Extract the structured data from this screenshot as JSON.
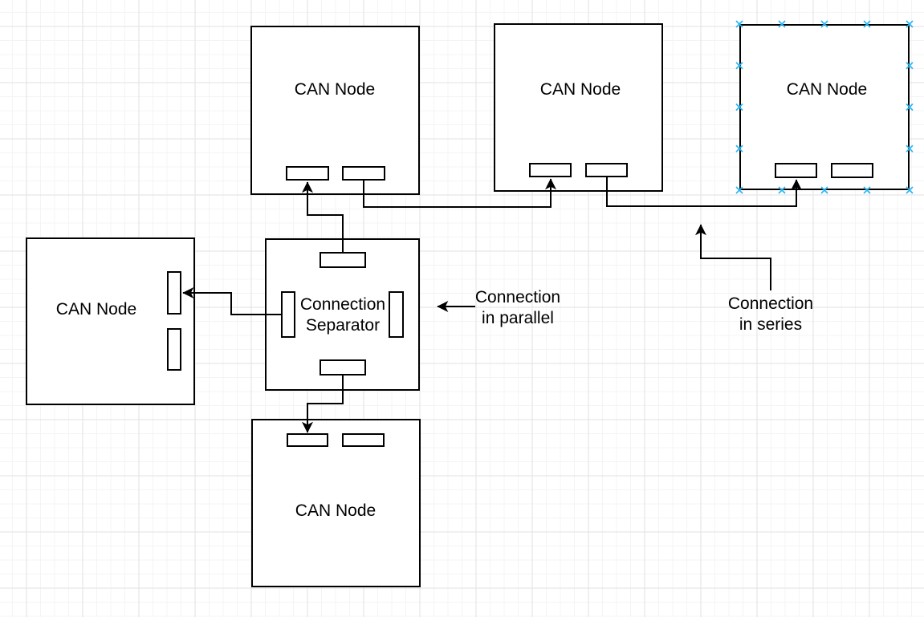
{
  "diagram": {
    "nodes": [
      {
        "id": "can-node-top-left",
        "label": "CAN Node"
      },
      {
        "id": "can-node-top-middle",
        "label": "CAN Node"
      },
      {
        "id": "can-node-top-right",
        "label": "CAN Node"
      },
      {
        "id": "can-node-left",
        "label": "CAN Node"
      },
      {
        "id": "connection-separator",
        "label": "Connection Separator"
      },
      {
        "id": "can-node-bottom",
        "label": "CAN Node"
      }
    ],
    "annotations": [
      {
        "id": "parallel",
        "text": "Connection in parallel"
      },
      {
        "id": "series",
        "text": "Connection in series"
      }
    ],
    "hovered_node": "can-node-top-right",
    "colors": {
      "background": "#ffffff",
      "shape_fill": "#ffffff",
      "shape_stroke": "#000000",
      "edge_stroke": "#000000",
      "grid_minor": "#f4f4f5",
      "grid_major": "#e2e2e2",
      "connection_point": "#29b6f2"
    }
  }
}
